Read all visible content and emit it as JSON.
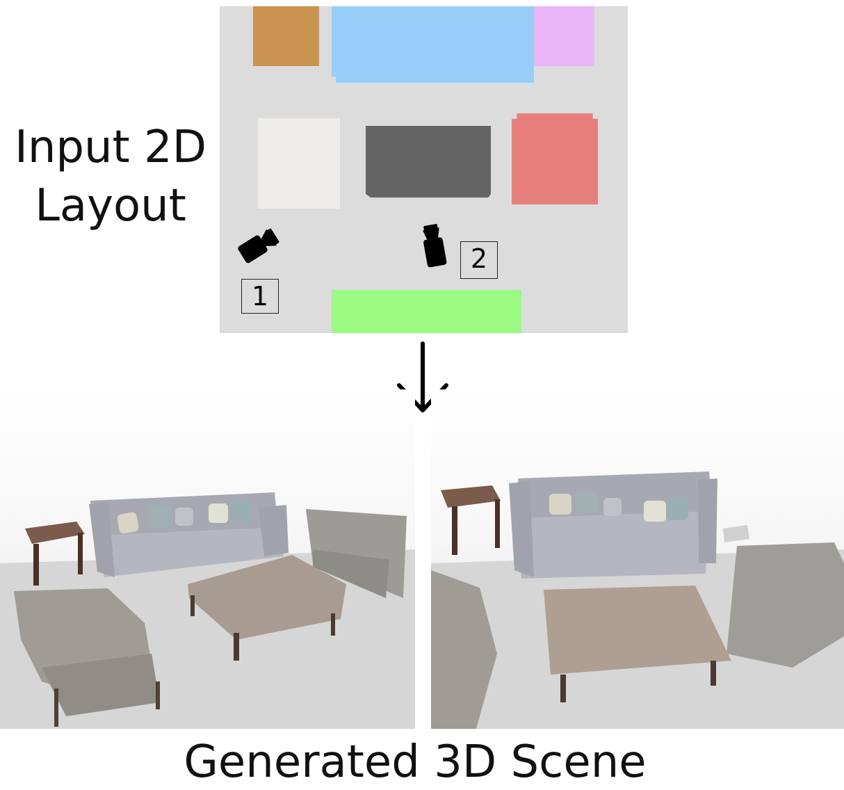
{
  "input_label": {
    "line1": "Input 2D",
    "line2": "Layout"
  },
  "layout": {
    "background": "#dcdcdc",
    "colors": {
      "side_table": "#c9944f",
      "sofa": "#99cdf9",
      "side_object": "#ebb6f7",
      "armchair_left": "#eeedeb",
      "coffee_table": "#646464",
      "armchair_right": "#e67f7b",
      "rug_or_front": "#9afa82"
    },
    "cameras": [
      {
        "label": "1",
        "icon": "video-camera-icon"
      },
      {
        "label": "2",
        "icon": "video-camera-icon"
      }
    ]
  },
  "arrow_icon": "arrow-down-icon",
  "renders": [
    {
      "view": "1"
    },
    {
      "view": "2"
    }
  ],
  "output_label": "Generated 3D Scene"
}
